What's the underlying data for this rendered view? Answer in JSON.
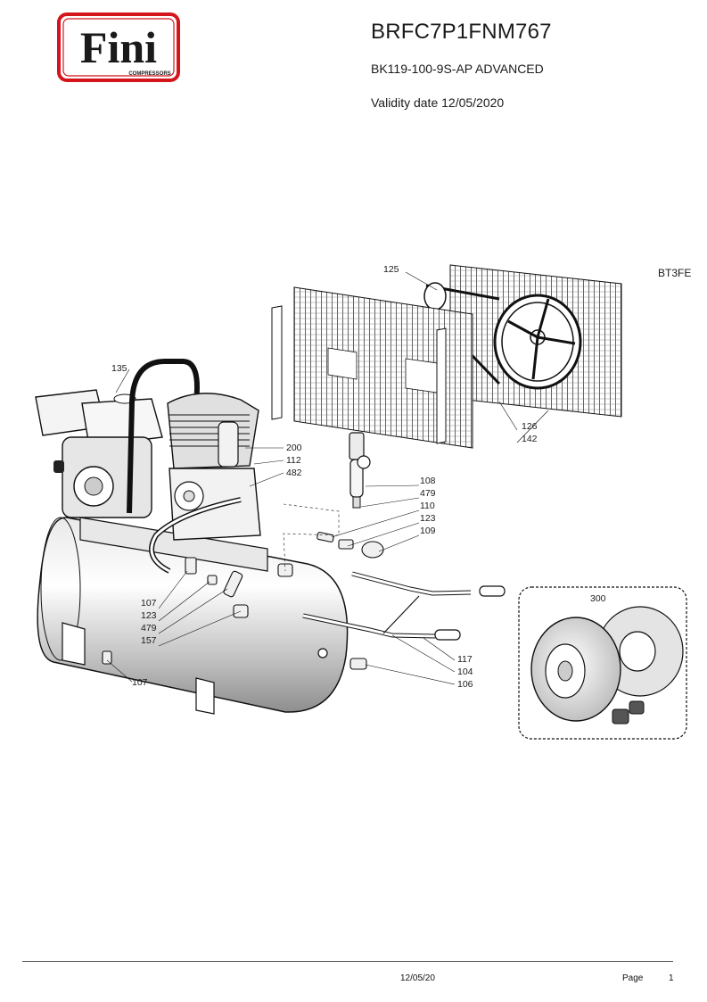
{
  "header": {
    "logo_text": "Fini",
    "logo_subtext": "COMPRESSORS",
    "title": "BRFC7P1FNM767",
    "model": "BK119-100-9S-AP ADVANCED",
    "validity": "Validity date 12/05/2020"
  },
  "diagram": {
    "code": "BT3FE",
    "callouts": [
      "125",
      "135",
      "200",
      "112",
      "482",
      "108",
      "479",
      "110",
      "123",
      "109",
      "126",
      "142",
      "300",
      "107",
      "123",
      "479",
      "157",
      "107",
      "117",
      "104",
      "106"
    ]
  },
  "footer": {
    "date": "12/05/20",
    "page_label": "Page",
    "page_number": "1"
  },
  "colors": {
    "logo_red": "#d4161c",
    "text": "#1a1a1a"
  }
}
